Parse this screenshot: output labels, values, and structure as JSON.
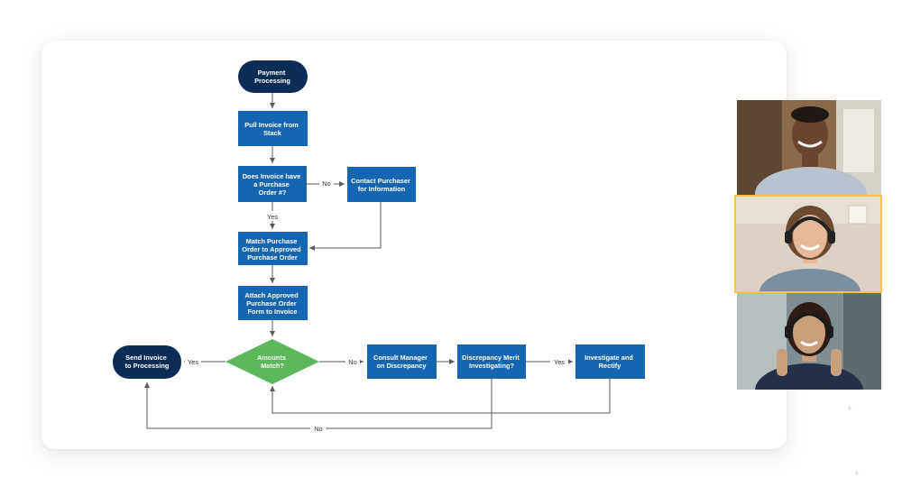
{
  "colors": {
    "terminal": "#0b2d55",
    "process": "#1565b0",
    "decision": "#5cb85c",
    "edge": "#5a5a5a",
    "highlight": "#f2c744"
  },
  "nodes": {
    "payment_processing": [
      "Payment",
      "Processing"
    ],
    "pull_invoice": [
      "Pull  Invoice from",
      "Stack"
    ],
    "does_invoice_have_po": [
      "Does Invoice have",
      "a Purchase",
      "Order #?"
    ],
    "contact_purchaser": [
      "Contact Purchaser",
      "for Information"
    ],
    "match_po": [
      "Match  Purchase",
      "Order to Approved",
      "Purchase Order"
    ],
    "attach_approved": [
      "Attach Approved",
      "Purchase Order",
      "Form to Invoice"
    ],
    "amounts_match": [
      "Amounts",
      "Match?"
    ],
    "send_invoice": [
      "Send Invoice",
      "to Processing"
    ],
    "consult_manager": [
      "Consult Manager",
      "on Discrepancy"
    ],
    "discrepancy_merit": [
      "Discrepancy Merit",
      "Investigating?"
    ],
    "investigate_rectify": [
      "Investigate and",
      "Rectify"
    ]
  },
  "edge_labels": {
    "no_contact": "No",
    "yes_match": "Yes",
    "yes_send": "Yes",
    "no_consult": "No",
    "yes_investigate": "Yes",
    "no_bottom": "No"
  },
  "video_tiles": [
    {
      "name": "participant-1",
      "bg": "#8b6a4a",
      "skin": "#6b4430",
      "shirt": "#b9c3cf",
      "headset": false
    },
    {
      "name": "participant-2",
      "bg": "#e8dfd3",
      "skin": "#e6b99b",
      "shirt": "#7c8fa0",
      "headset": true
    },
    {
      "name": "participant-3",
      "bg": "#7f8d92",
      "skin": "#caa07c",
      "shirt": "#22304a",
      "headset": true
    }
  ]
}
